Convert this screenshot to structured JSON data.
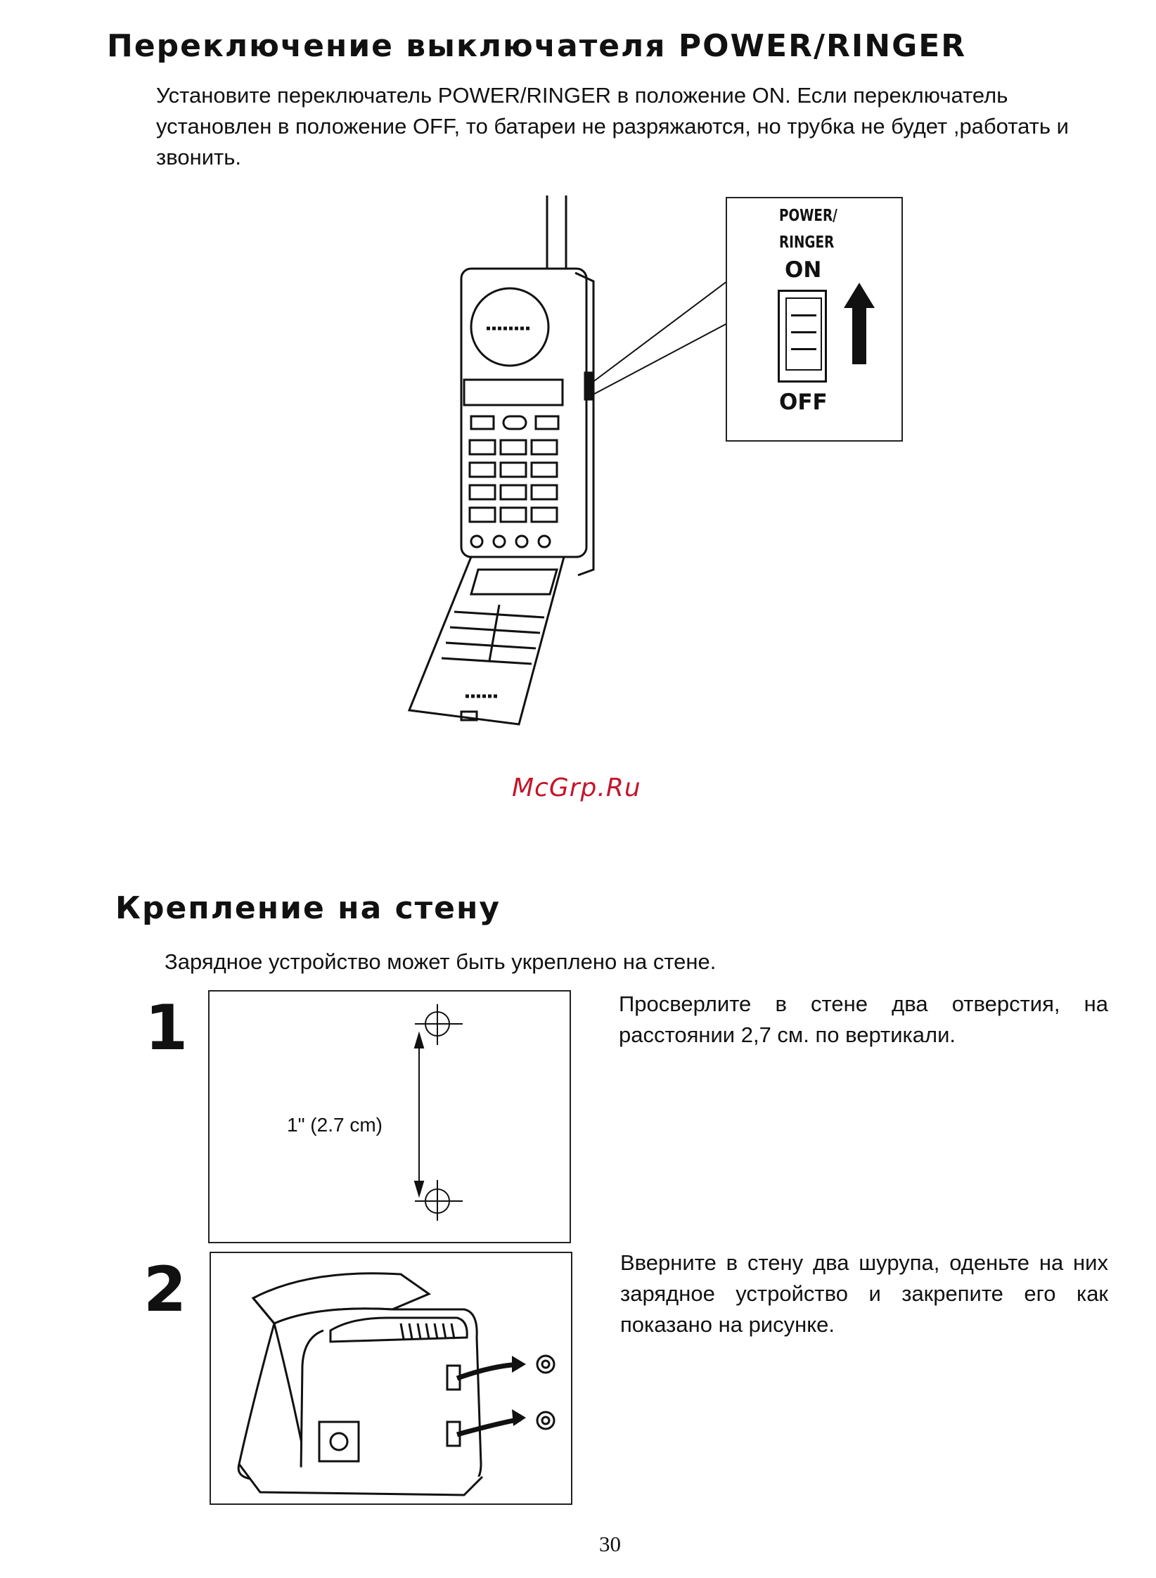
{
  "section1": {
    "title": "Переключение выключателя POWER/RINGER",
    "paragraph": "Установите переключатель POWER/RINGER в положение ON. Если переключатель установлен в положение OFF, то батареи не разряжаются, но трубка не будет ,работать и звонить.",
    "callout": {
      "label_line1": "POWER/",
      "label_line2": "RINGER",
      "on_label": "ON",
      "off_label": "OFF",
      "arrow_icon": "arrow-up-icon"
    }
  },
  "watermark": "McGrp.Ru",
  "section2": {
    "title": "Крепление на стену",
    "intro": "Зарядное устройство может быть укреплено на стене.",
    "steps": [
      {
        "number": "1",
        "text": "Просверлите в стене два отверстия, на расстоянии 2,7 см. по вертикали.",
        "dimension_label": "1\" (2.7 cm)"
      },
      {
        "number": "2",
        "text": "Вверните в стену два шурупа, оденьте на них зарядное устройство и закрепите его как показано на рисунке."
      }
    ]
  },
  "page_number": "30"
}
